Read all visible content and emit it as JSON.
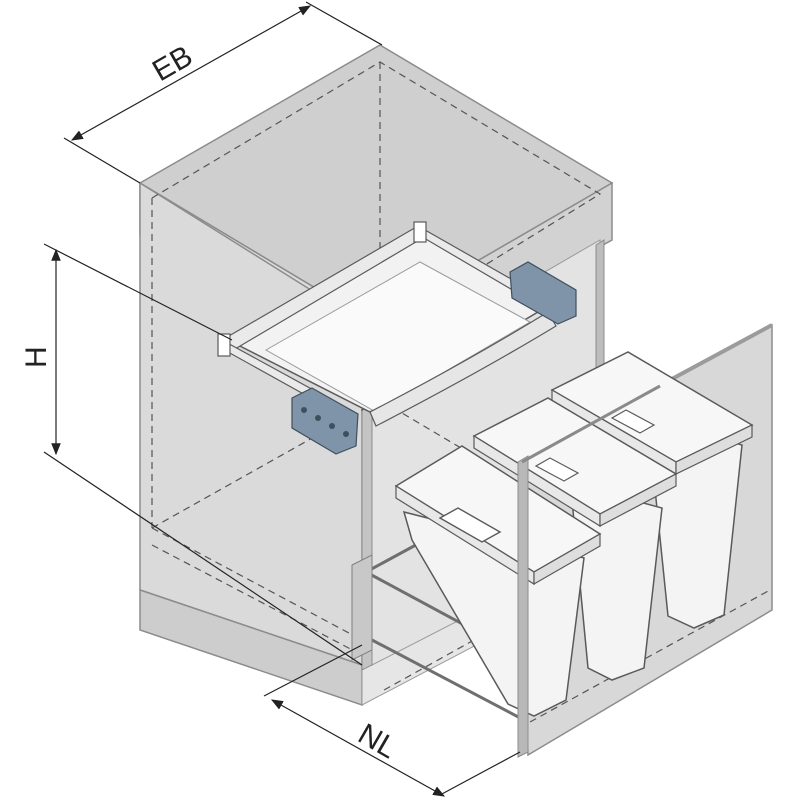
{
  "dimensions": {
    "eb": "EB",
    "h": "H",
    "nl": "NL"
  },
  "colors": {
    "cabinet_face": "#d9d9d9",
    "cabinet_top": "#cfcfcf",
    "cabinet_edge": "#8c8c8c",
    "bin_fill": "#f4f4f4",
    "bin_stroke": "#5a5a5a",
    "rail_fill": "#f0f0f0",
    "runner_block": "#7f94a8",
    "dimension_line": "#222222"
  }
}
